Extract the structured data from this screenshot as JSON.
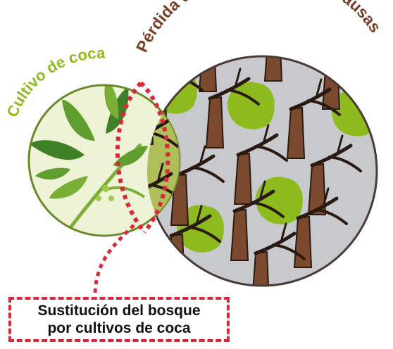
{
  "labels": {
    "coca": "Cultivo de coca",
    "forest_loss": "Pérdida de bosque por otras causas",
    "callout_line1": "Sustitución del bosque",
    "callout_line2": "por cultivos de coca"
  },
  "colors": {
    "coca_label": "#8dbb1e",
    "forest_label": "#7b3f25",
    "coca_circle_fill": "#eef3d6",
    "coca_circle_stroke": "#6a8a2a",
    "forest_circle_fill": "#c8c9cd",
    "forest_circle_stroke": "#4a3a34",
    "overlap": "#a6b84c",
    "stump": "#7b4a2e",
    "stump_outline": "#2a1a12",
    "bush": "#8dbb1e",
    "leaf_dark": "#3f7f25",
    "leaf_light": "#7aae35",
    "dashed": "#d8283a"
  },
  "icons": [
    "coca-plant-icon",
    "tree-stump-icon",
    "bush-icon"
  ]
}
